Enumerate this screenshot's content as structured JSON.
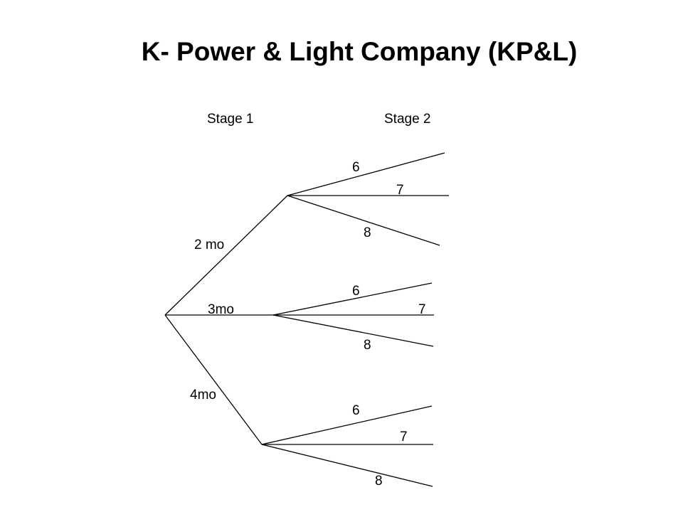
{
  "title": "K- Power & Light Company (KP&L)",
  "stages": {
    "stage1": "Stage 1",
    "stage2": "Stage 2"
  },
  "stage1_branches": {
    "top": "2 mo",
    "middle": "3mo",
    "bottom": "4mo"
  },
  "stage2_branches": {
    "top": {
      "upper": "6",
      "middle": "7",
      "lower": "8"
    },
    "middle": {
      "upper": "6",
      "middle": "7",
      "lower": "8"
    },
    "bottom": {
      "upper": "6",
      "middle": "7",
      "lower": "8"
    }
  }
}
